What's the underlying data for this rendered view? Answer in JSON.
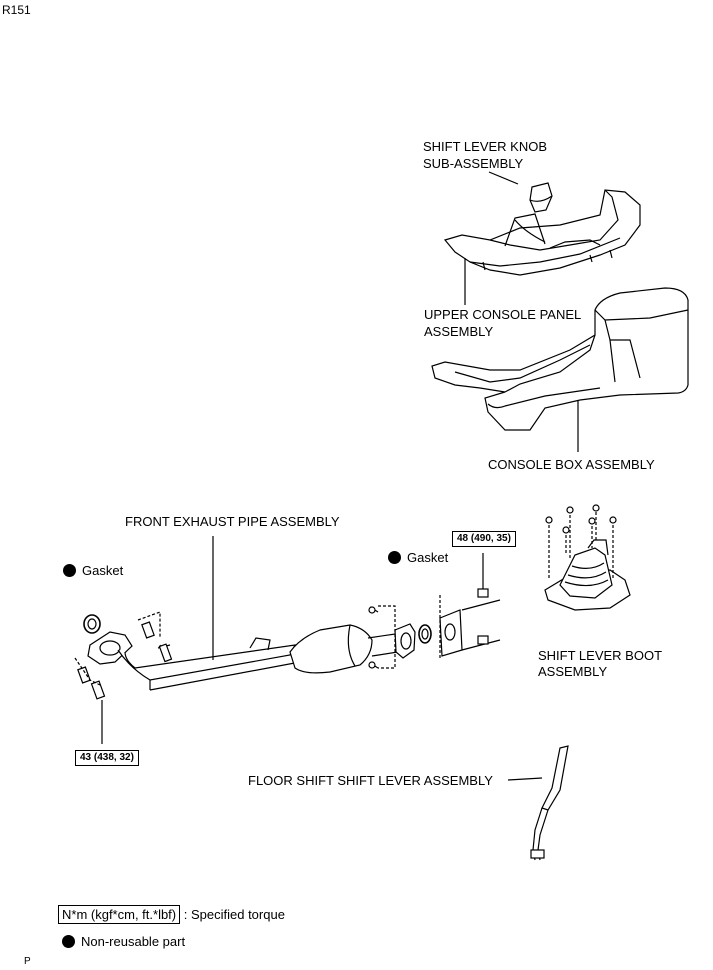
{
  "page_code": "R151",
  "footer_code": "P",
  "labels": {
    "knob_line1": "SHIFT LEVER KNOB",
    "knob_line2": "SUB-ASSEMBLY",
    "upper_panel_line1": "UPPER CONSOLE PANEL",
    "upper_panel_line2": "ASSEMBLY",
    "console_box": "CONSOLE BOX ASSEMBLY",
    "front_exhaust": "FRONT EXHAUST PIPE ASSEMBLY",
    "gasket_left": "Gasket",
    "gasket_right": "Gasket",
    "boot_line1": "SHIFT LEVER BOOT",
    "boot_line2": "ASSEMBLY",
    "floor_shift": "FLOOR SHIFT SHIFT LEVER ASSEMBLY"
  },
  "torques": {
    "right_bolt": "48 (490, 35)",
    "left_bolt": "43 (438, 32)"
  },
  "legend": {
    "torque_box": "N*m (kgf*cm, ft.*lbf)",
    "torque_desc": ": Specified torque",
    "non_reusable": "Non-reusable part"
  }
}
